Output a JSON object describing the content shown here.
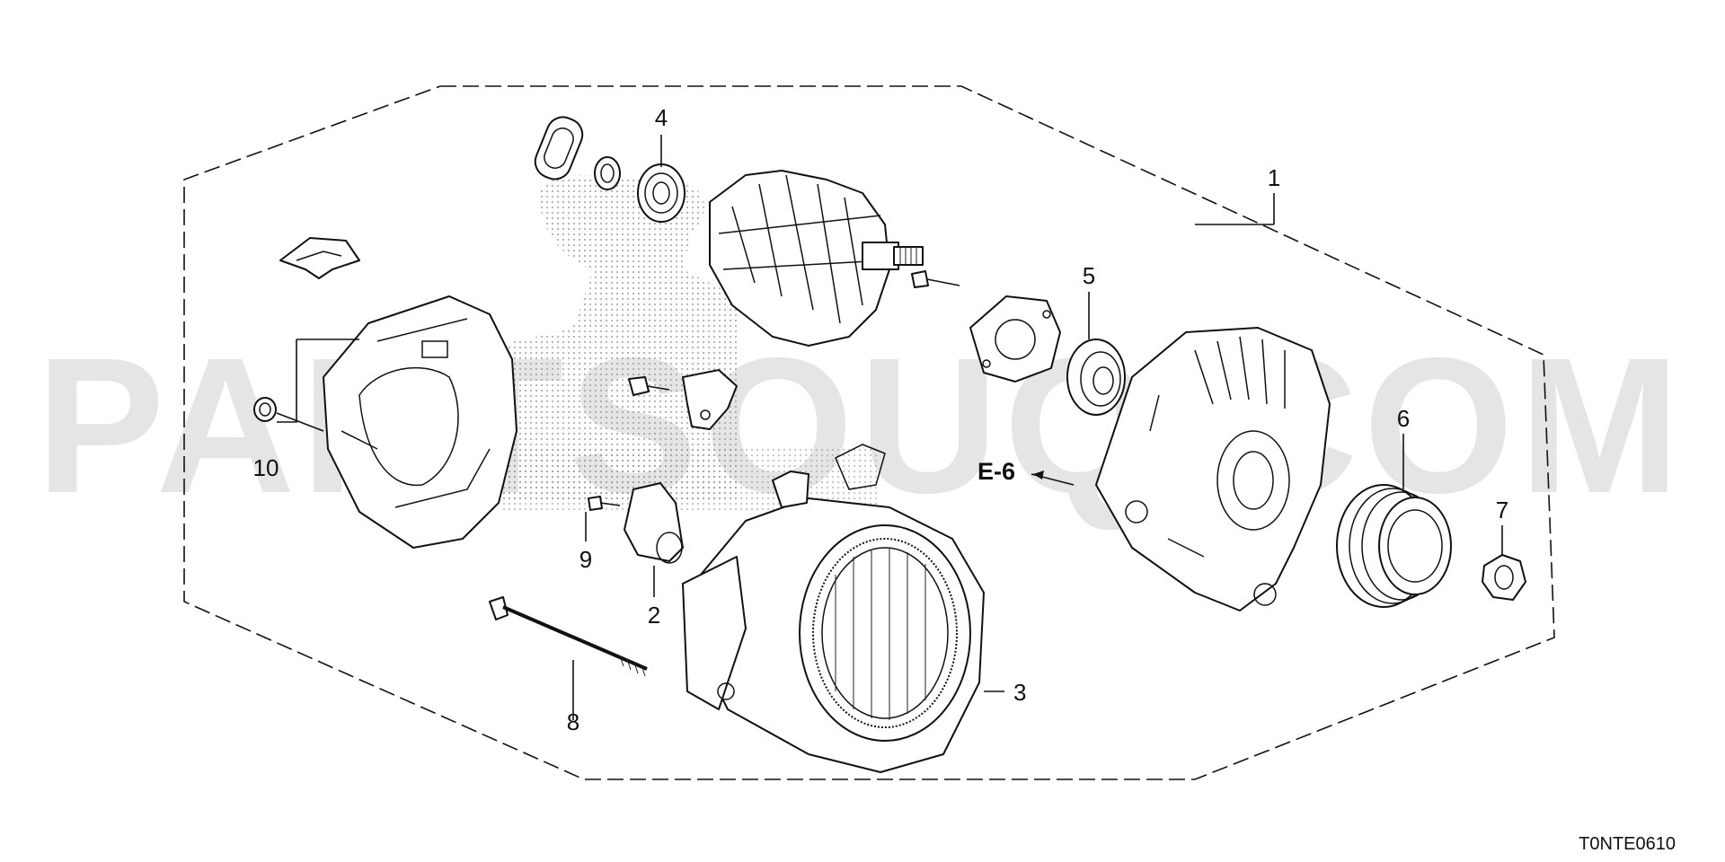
{
  "diagram": {
    "callouts": [
      {
        "id": "1",
        "label": "1"
      },
      {
        "id": "2",
        "label": "2"
      },
      {
        "id": "3",
        "label": "3"
      },
      {
        "id": "4",
        "label": "4"
      },
      {
        "id": "5",
        "label": "5"
      },
      {
        "id": "6",
        "label": "6"
      },
      {
        "id": "7",
        "label": "7"
      },
      {
        "id": "8",
        "label": "8"
      },
      {
        "id": "9",
        "label": "9"
      },
      {
        "id": "10",
        "label": "10"
      }
    ],
    "reference": "E-6",
    "code": "T0NTE0610",
    "watermark": "PARTSOUQ.COM"
  },
  "colors": {
    "line": "#111111",
    "watermark": "#cfcfcf",
    "background": "#ffffff"
  }
}
